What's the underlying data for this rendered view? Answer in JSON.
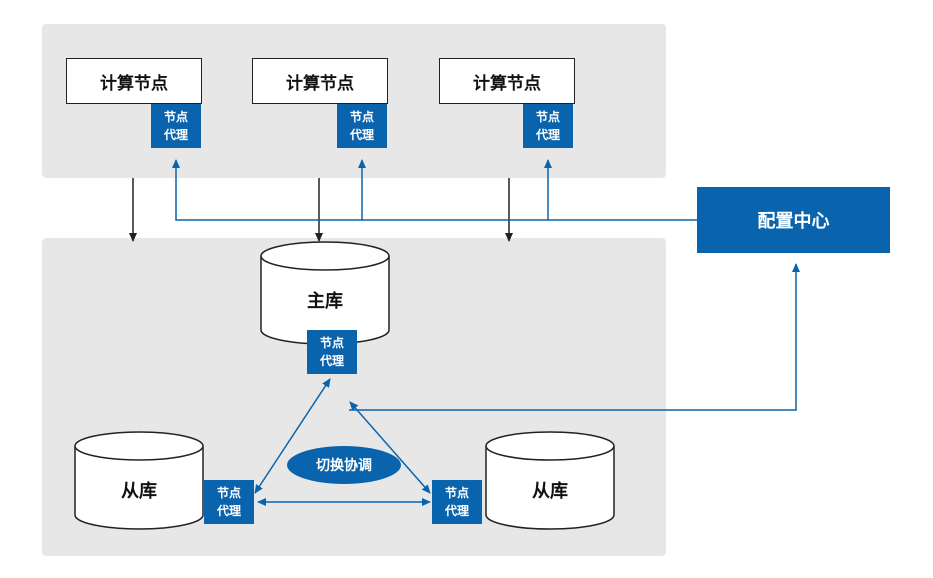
{
  "colors": {
    "accent": "#0a64ad",
    "panel": "#e7e7e7",
    "arrow_dark": "#222222"
  },
  "compute_nodes": [
    {
      "label": "计算节点",
      "agent_line1": "节点",
      "agent_line2": "代理"
    },
    {
      "label": "计算节点",
      "agent_line1": "节点",
      "agent_line2": "代理"
    },
    {
      "label": "计算节点",
      "agent_line1": "节点",
      "agent_line2": "代理"
    }
  ],
  "config_center": {
    "label": "配置中心"
  },
  "master": {
    "label": "主库",
    "agent_line1": "节点",
    "agent_line2": "代理"
  },
  "slave_left": {
    "label": "从库",
    "agent_line1": "节点",
    "agent_line2": "代理"
  },
  "slave_right": {
    "label": "从库",
    "agent_line1": "节点",
    "agent_line2": "代理"
  },
  "switch_coordination": {
    "label": "切换协调"
  }
}
